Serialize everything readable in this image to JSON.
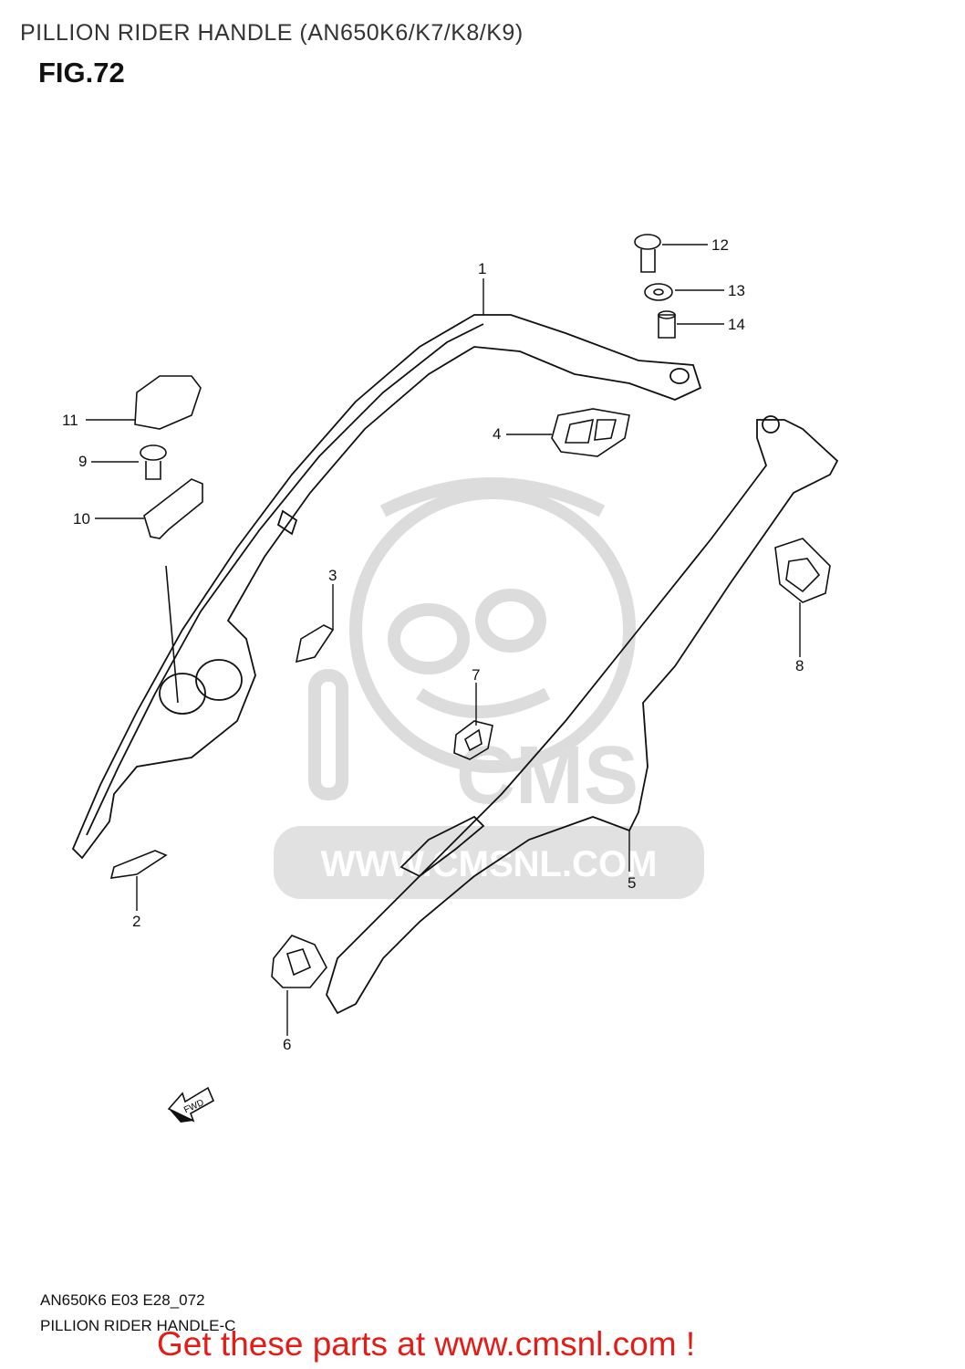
{
  "header": {
    "title": "PILLION RIDER HANDLE (AN650K6/K7/K8/K9)"
  },
  "figure": {
    "label": "FIG.72"
  },
  "watermark": {
    "logo_text": "CMS",
    "url_text": "WWW.CMSNL.COM"
  },
  "parts": [
    {
      "number": "1"
    },
    {
      "number": "2"
    },
    {
      "number": "3"
    },
    {
      "number": "4"
    },
    {
      "number": "5"
    },
    {
      "number": "6"
    },
    {
      "number": "7"
    },
    {
      "number": "8"
    },
    {
      "number": "9"
    },
    {
      "number": "10"
    },
    {
      "number": "11"
    },
    {
      "number": "12"
    },
    {
      "number": "13"
    },
    {
      "number": "14"
    }
  ],
  "fwd_arrow": {
    "text": "FWD"
  },
  "footer": {
    "code": "AN650K6 E03 E28_072",
    "caption": "PILLION RIDER HANDLE-C",
    "promo": "Get these parts at www.cmsnl.com !"
  },
  "colors": {
    "promo": "#e41b17",
    "watermark": "#d9d9d9",
    "linework": "#111111"
  }
}
